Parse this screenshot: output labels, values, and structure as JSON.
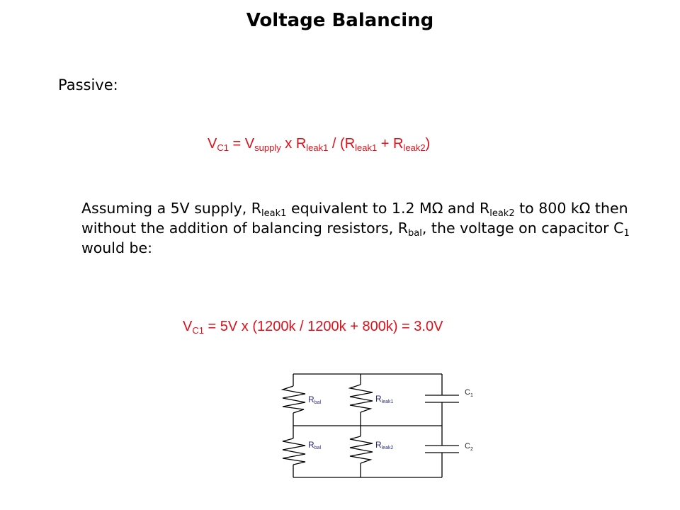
{
  "slide": {
    "title": "Voltage Balancing",
    "section_label": "Passive:",
    "formula_general": {
      "lhs": "V",
      "lhs_sub": "C1",
      "eq": " = ",
      "v": "V",
      "v_sub": "supply",
      "x": " x ",
      "r1": "R",
      "r1_sub": "leak1",
      "div": " / (",
      "r2": "R",
      "r2_sub": "leak1",
      "plus": " + ",
      "r3": "R",
      "r3_sub": "leak2",
      "close": ")"
    },
    "paragraph": {
      "p1": "Assuming a 5V supply, ",
      "r1": "R",
      "r1_sub": "leak1",
      "p2": " equivalent to 1.2 MΩ and ",
      "r2": "R",
      "r2_sub": "leak2",
      "p3": " to 800 kΩ then without the addition of balancing resistors, ",
      "r3": "R",
      "r3_sub": "bal",
      "p4": ", the voltage on capacitor ",
      "c": "C",
      "c_sub": "1",
      "p5": " would be:"
    },
    "formula_result": {
      "lhs": "V",
      "lhs_sub": "C1",
      "rhs": " = 5V x (1200k / 1200k + 800k) = 3.0V"
    },
    "colors": {
      "formula": "#e0101a",
      "text": "#000000",
      "circuit_label": "#2b2b7a"
    }
  },
  "circuit": {
    "resistors": [
      {
        "label": "R",
        "sub": "bal"
      },
      {
        "label": "R",
        "sub": "leak1"
      },
      {
        "label": "R",
        "sub": "bal"
      },
      {
        "label": "R",
        "sub": "leak2"
      }
    ],
    "capacitors": [
      {
        "label": "C",
        "sub": "1"
      },
      {
        "label": "C",
        "sub": "2"
      }
    ]
  }
}
